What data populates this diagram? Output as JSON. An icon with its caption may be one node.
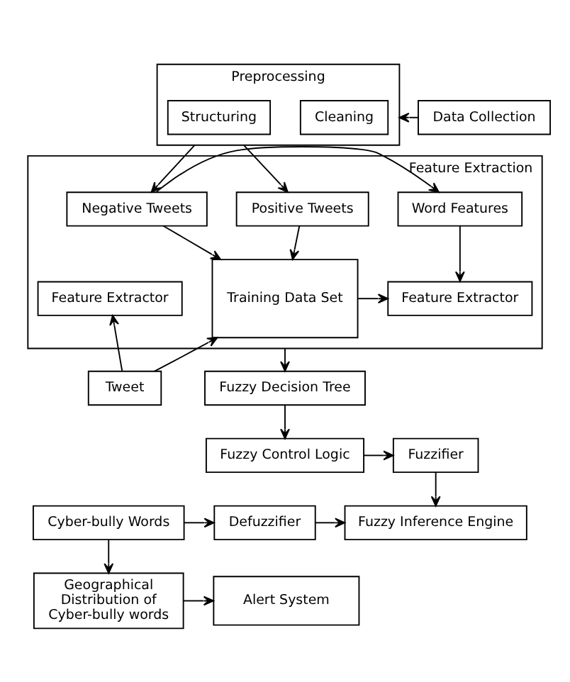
{
  "diagram": {
    "nodes": [
      {
        "text": [
          "Data Collection"
        ]
      },
      {
        "text": [
          "Preprocessing"
        ]
      },
      {
        "text": [
          "Cleaning"
        ],
        "in": 1
      },
      {
        "text": [
          "Structuring"
        ],
        "in": 1
      },
      {
        "text": [
          "Feature Extraction"
        ]
      },
      {
        "text": [
          "Positive Tweets"
        ],
        "in": 4
      },
      {
        "text": [
          "Negative Tweets"
        ],
        "in": 4
      },
      {
        "text": [
          "Word Features"
        ],
        "in": 4
      },
      {
        "text": [
          "Training Data Set"
        ],
        "in": 4
      },
      {
        "text": [
          "Feature Extractor"
        ],
        "in": 4
      },
      {
        "text": [
          "Feature Extractor"
        ],
        "in": 4
      },
      {
        "text": [
          "Tweet"
        ]
      },
      {
        "text": [
          "Fuzzy Decision Tree"
        ]
      },
      {
        "text": [
          "Fuzzy Control Logic"
        ]
      },
      {
        "text": [
          "Fuzzifier"
        ]
      },
      {
        "text": [
          "Cyber-bully Words"
        ]
      },
      {
        "text": [
          "Defuzzifier"
        ]
      },
      {
        "text": [
          "Fuzzy Inference Engine"
        ]
      },
      {
        "text": [
          "Geographical Distribution of Cyber-bully words"
        ]
      },
      {
        "text": [
          "Alert System"
        ]
      }
    ],
    "edges": [
      {
        "from": 0,
        "to": 1,
        "arrow": "to"
      },
      {
        "from": 1,
        "to": 5,
        "arrow": "to"
      },
      {
        "from": 1,
        "to": 6,
        "arrow": "to"
      },
      {
        "from": 6,
        "to": 7,
        "arrow": "to"
      },
      {
        "from": 5,
        "to": 8,
        "arrow": "to"
      },
      {
        "from": 6,
        "to": 8,
        "arrow": "to"
      },
      {
        "from": 7,
        "to": 9,
        "arrow": "to"
      },
      {
        "from": 8,
        "to": 9,
        "arrow": "to"
      },
      {
        "from": 11,
        "to": 10,
        "arrow": "to"
      },
      {
        "from": 11,
        "to": 8,
        "arrow": "to"
      },
      {
        "from": 4,
        "to": 12,
        "arrow": "to"
      },
      {
        "from": 12,
        "to": 13,
        "arrow": "to"
      },
      {
        "from": 13,
        "to": 14,
        "arrow": "to"
      },
      {
        "from": 14,
        "to": 17,
        "arrow": "to"
      },
      {
        "from": 15,
        "to": 16,
        "arrow": "to"
      },
      {
        "from": 16,
        "to": 17,
        "arrow": "to"
      },
      {
        "from": 15,
        "to": 18,
        "arrow": "to"
      },
      {
        "from": 18,
        "to": 19,
        "arrow": "to"
      }
    ]
  }
}
